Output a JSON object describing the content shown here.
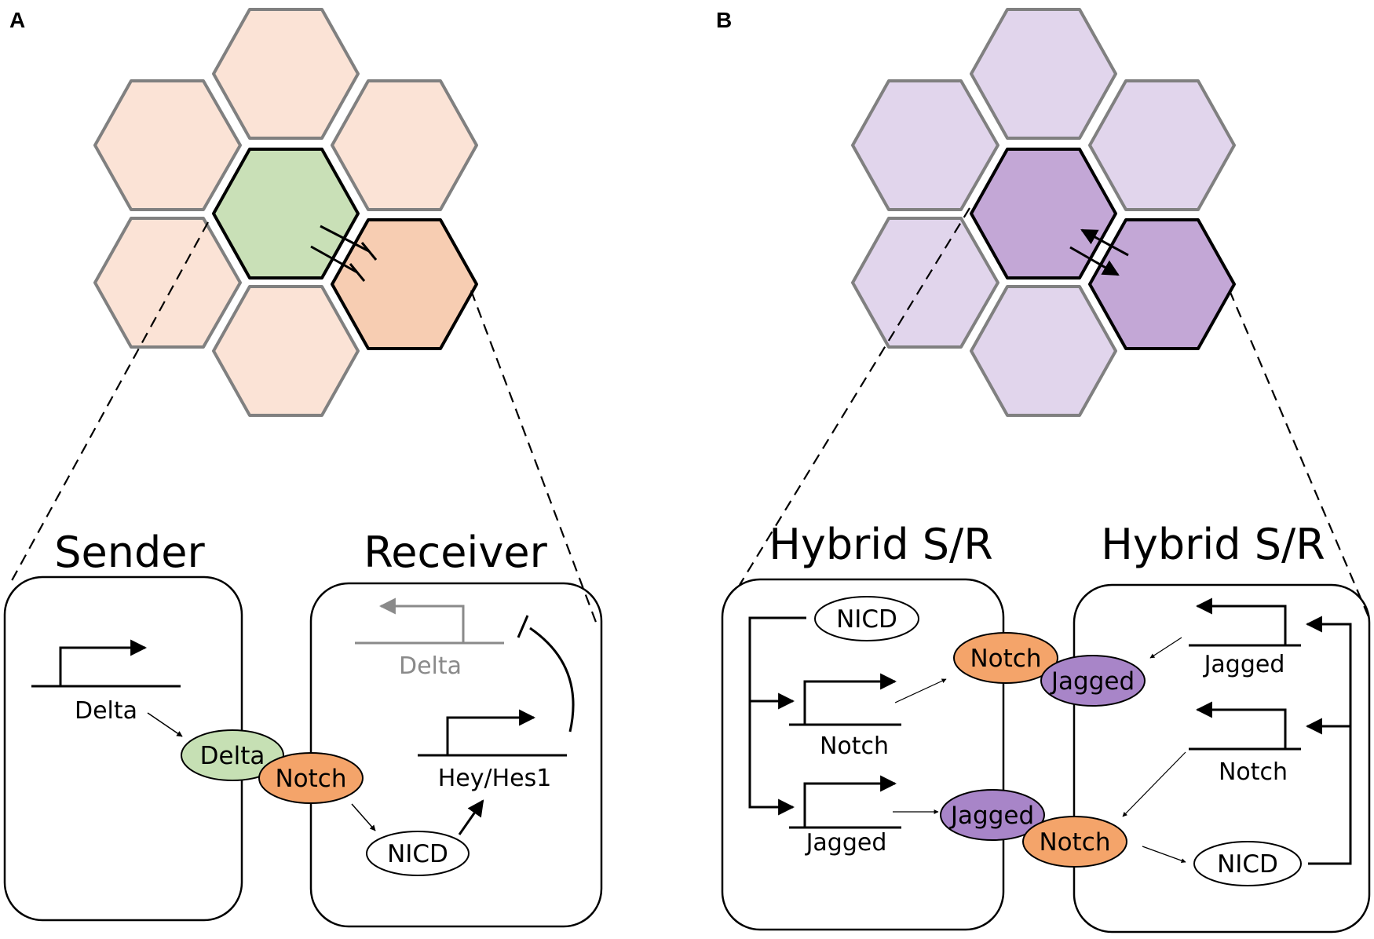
{
  "panels": [
    {
      "letter": "A",
      "left_title": "Sender",
      "right_title": "Receiver",
      "left_gene": "Delta",
      "right_gene_inhibited": "Delta",
      "right_gene_target": "Hey/Hes1",
      "molecules": {
        "ligand": "Delta",
        "receptor": "Notch",
        "nicd": "NICD"
      },
      "colors": {
        "neighbor": "#fbe3d6",
        "sender": "#c9e0b7",
        "receiver": "#f7cdb2",
        "ligand": "#c6e0b4",
        "receptor": "#f4a46a"
      }
    },
    {
      "letter": "B",
      "left_title": "Hybrid S/R",
      "right_title": "Hybrid S/R",
      "left_nicd": "NICD",
      "left_genes": [
        "Notch",
        "Jagged"
      ],
      "right_genes": [
        "Jagged",
        "Notch"
      ],
      "right_nicd": "NICD",
      "molecules": {
        "receptor": "Notch",
        "ligand": "Jagged"
      },
      "colors": {
        "neighbor": "#e1d5ec",
        "hybrid": "#c3a7d6",
        "ligand": "#a885c8",
        "receptor": "#f4a46a"
      }
    }
  ]
}
